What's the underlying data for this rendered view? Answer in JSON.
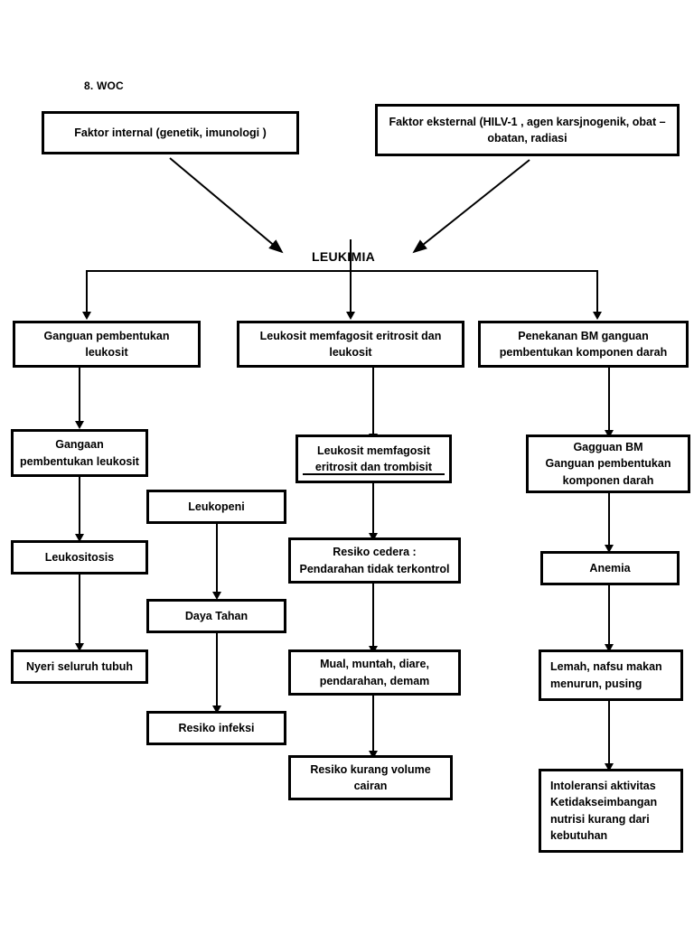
{
  "page": {
    "section_label": "8. WOC",
    "center_label": "LEUKIMIA"
  },
  "nodes": {
    "faktor_internal": "Faktor internal (genetik, imunologi )",
    "faktor_eksternal": "Faktor eksternal (HILV-1 , agen karsjnogenik, obat –\nobatan, radiasi",
    "ganguan_pembentukan_leukosit": "Ganguan pembentukan\nleukosit",
    "leukosit_memfagosit_eritrosit_leukosit": "Leukosit memfagosit eritrosit dan\nleukosit",
    "penekanan_bm": "Penekanan BM ganguan\npembentukan komponen darah",
    "gangaan_pembentukan_leukosit": "Gangaan\npembentukan leukosit",
    "leukositosis": "Leukositosis",
    "nyeri_seluruh_tubuh": "Nyeri seluruh tubuh",
    "leukopeni": "Leukopeni",
    "daya_tahan": "Daya Tahan",
    "resiko_infeksi": "Resiko infeksi",
    "leukosit_memfagosit_trombisit": "Leukosit memfagosit\neritrosit dan trombisit",
    "resiko_cedera": "Resiko cedera :\nPendarahan tidak terkontrol",
    "mual_muntah": "Mual, muntah, diare,\npendarahan, demam",
    "resiko_kurang_volume": "Resiko kurang volume\ncairan",
    "gagguan_bm": "Gagguan BM\nGanguan pembentukan\nkomponen darah",
    "anemia": "Anemia",
    "lemah_nafsu_makan": "Lemah, nafsu makan\nmenurun, pusing",
    "intoleransi_aktivitas": "Intoleransi aktivitas\nKetidakseimbangan\nnutrisi kurang dari\nkebutuhan"
  },
  "colors": {
    "stroke": "#000000",
    "background": "#ffffff",
    "text": "#000000"
  }
}
